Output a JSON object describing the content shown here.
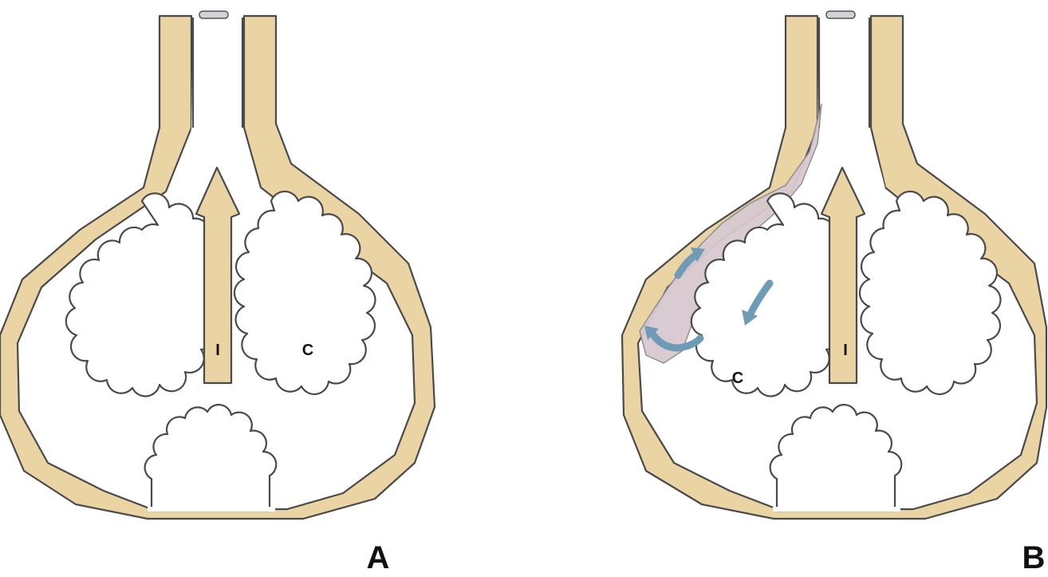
{
  "panels": [
    {
      "letter": "A",
      "inner_left": "I",
      "inner_right": "C"
    },
    {
      "letter": "B",
      "inner_left": "C",
      "inner_right": "I"
    }
  ],
  "colors": {
    "tissue": "#ead4a4",
    "outline": "#4a4a4a",
    "clot": "#d8c9cf",
    "arrow": "#6e9bb5"
  }
}
